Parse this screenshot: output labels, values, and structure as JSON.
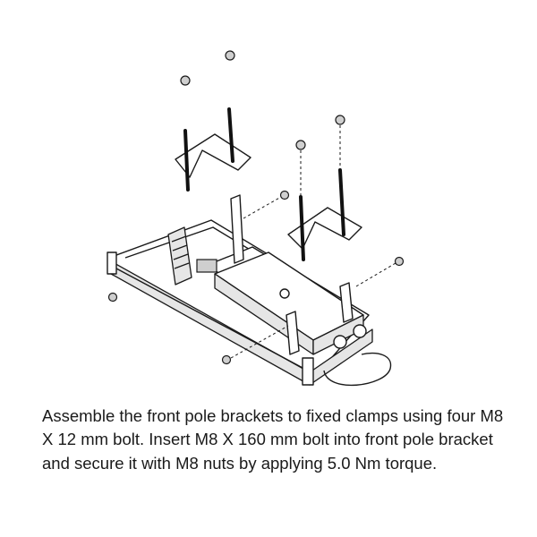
{
  "instruction": {
    "text": "Assemble the front pole brackets to fixed clamps using four M8 X 12 mm bolt. Insert M8 X 160 mm bolt into front pole bracket and secure it with M8 nuts by applying 5.0 Nm torque."
  },
  "diagram": {
    "parts": [
      "base-tray",
      "front-pole-bracket",
      "fixed-clamp",
      "m8x160-bolt",
      "m8-nut",
      "m8x12-bolt",
      "lanyard"
    ]
  }
}
